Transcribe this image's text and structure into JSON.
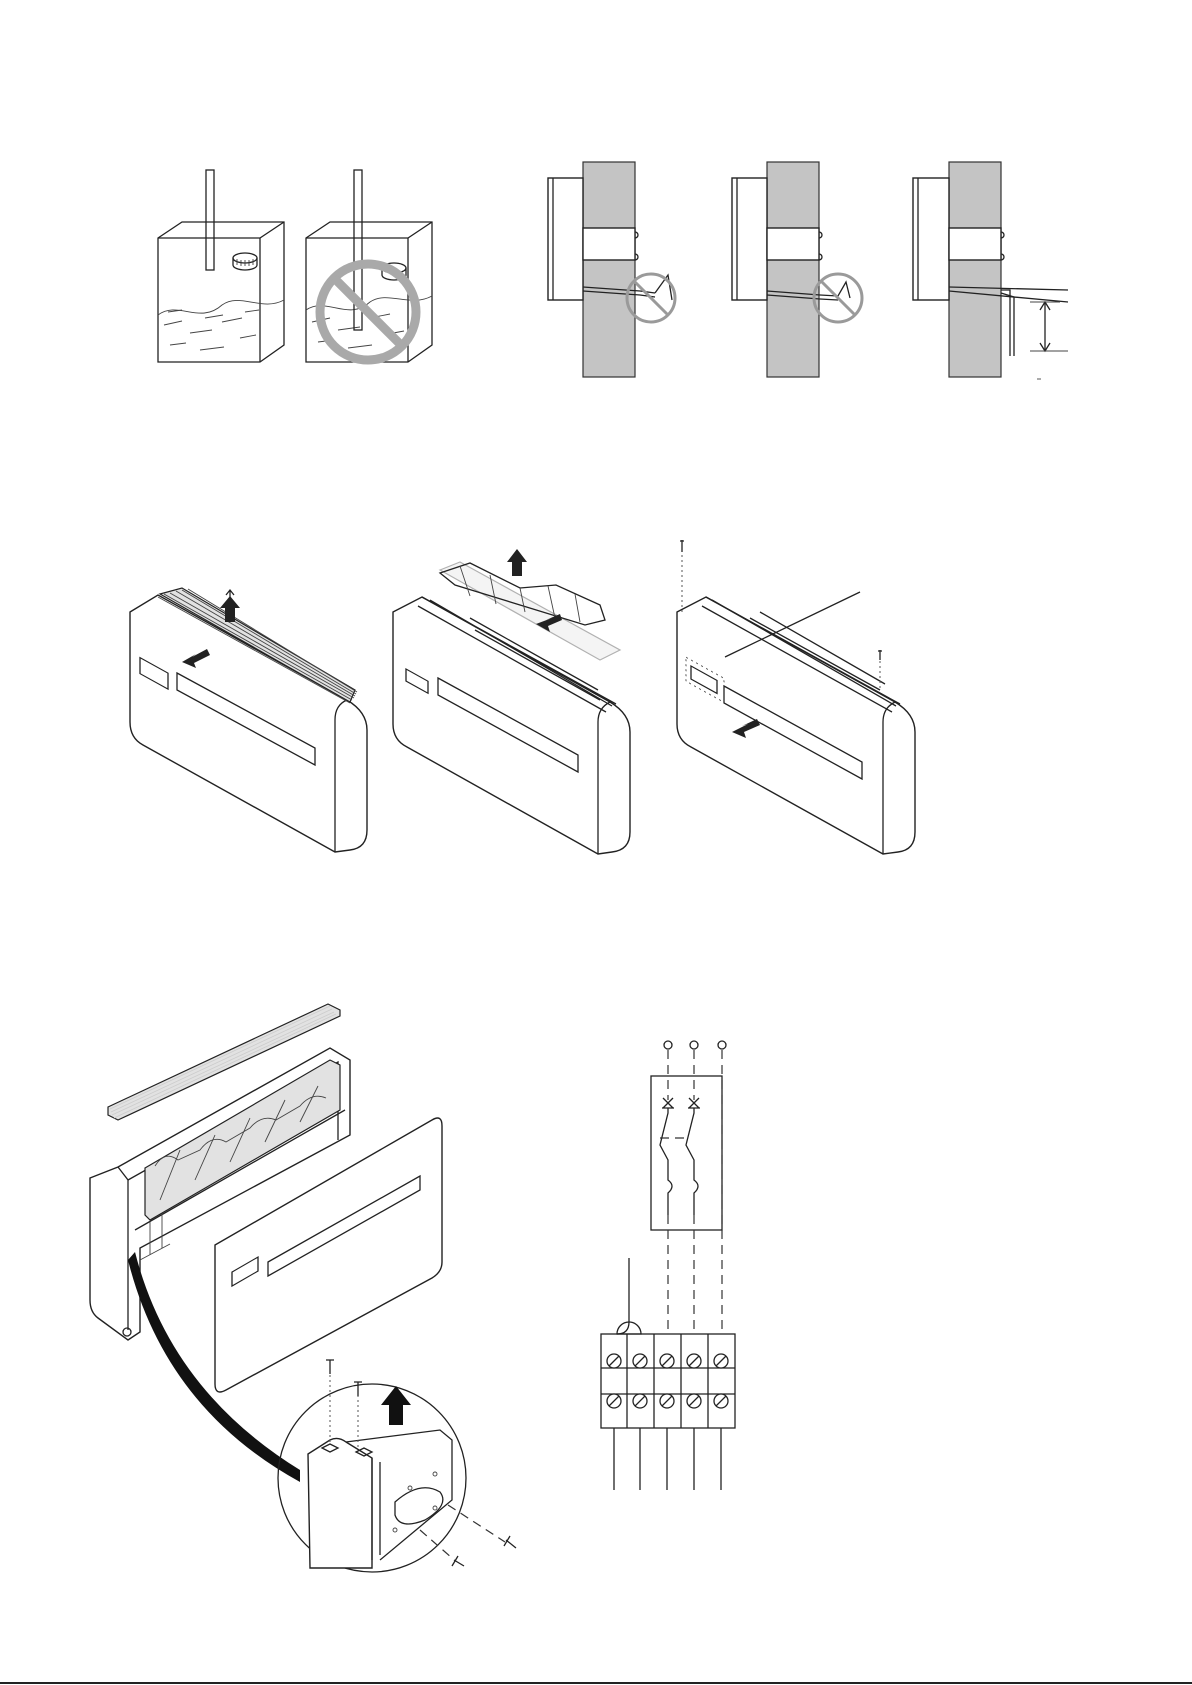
{
  "figures": [
    {
      "id": "fig-drain-water-container",
      "icon": "water-container-icon"
    },
    {
      "id": "fig-drain-pipe-slope",
      "icon": "drain-pipe-icon"
    },
    {
      "id": "fig-unit-cover-removal",
      "icon": "air-conditioner-icon"
    },
    {
      "id": "fig-unit-exploded-view",
      "icon": "exploded-view-icon"
    },
    {
      "id": "fig-electrical-wiring",
      "icon": "terminal-block-icon"
    }
  ],
  "colors": {
    "line": "#222222",
    "wall": "#c4c4c4",
    "prohibition": "#a9a9a9"
  }
}
